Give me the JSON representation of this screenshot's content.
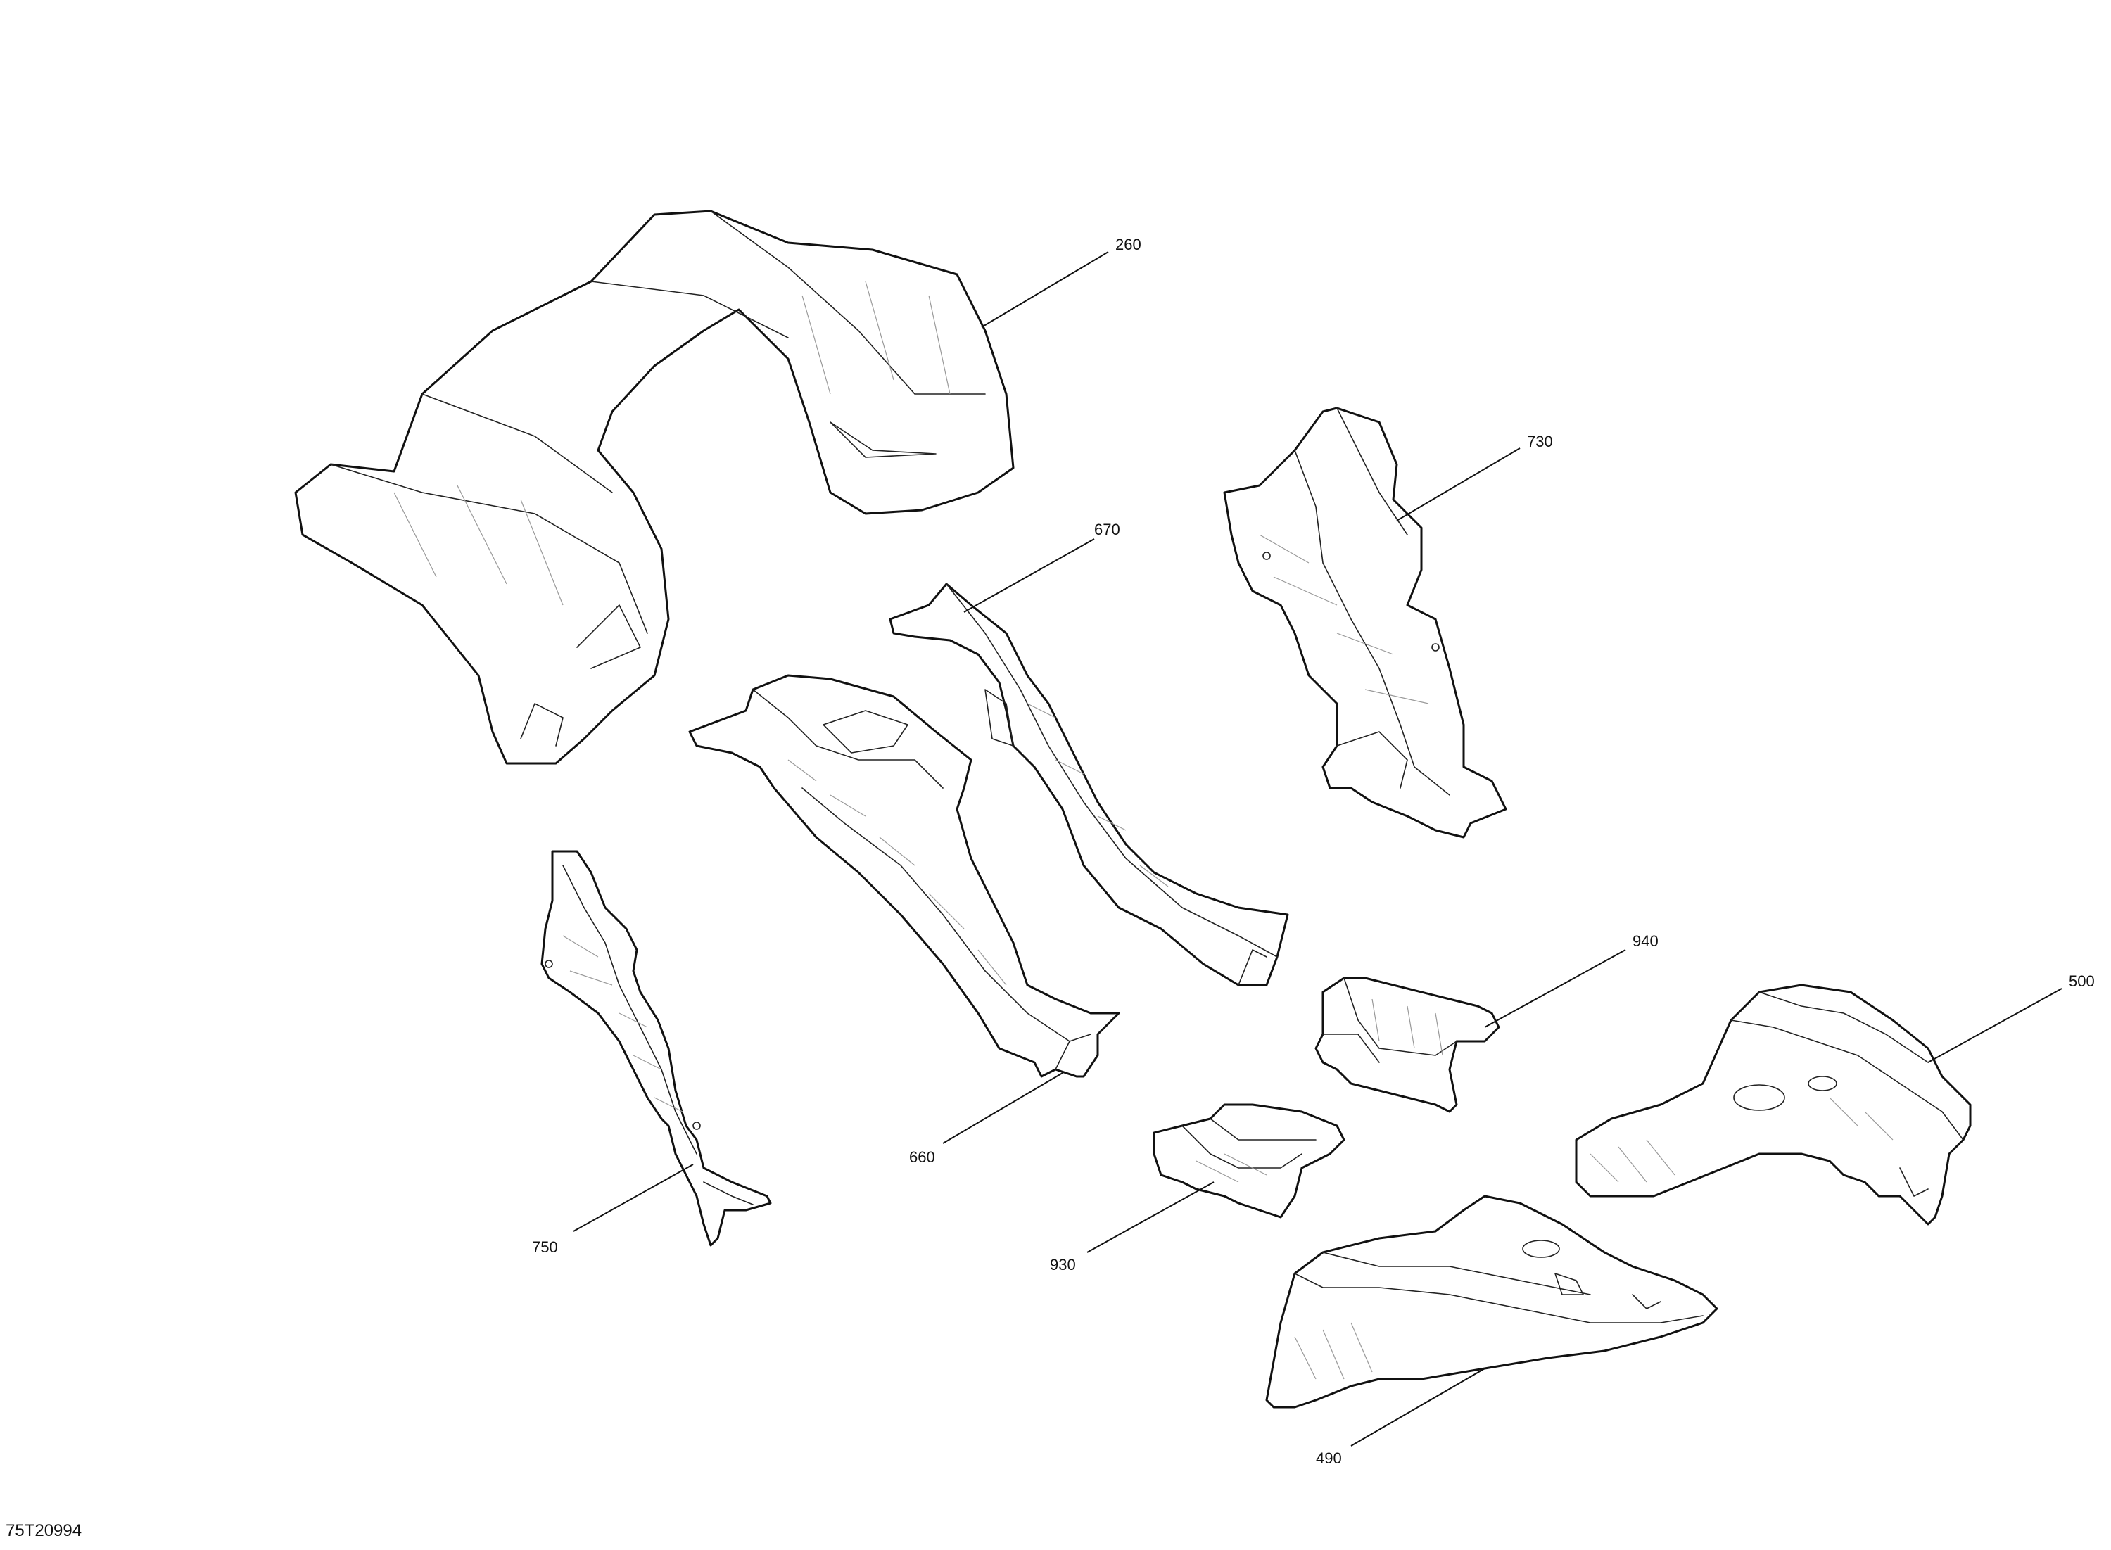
{
  "diagram": {
    "reference_code": "75T20994",
    "callouts": [
      {
        "id": "260",
        "label": "260"
      },
      {
        "id": "730",
        "label": "730"
      },
      {
        "id": "670",
        "label": "670"
      },
      {
        "id": "660",
        "label": "660"
      },
      {
        "id": "750",
        "label": "750"
      },
      {
        "id": "940",
        "label": "940"
      },
      {
        "id": "500",
        "label": "500"
      },
      {
        "id": "930",
        "label": "930"
      },
      {
        "id": "490",
        "label": "490"
      }
    ]
  }
}
